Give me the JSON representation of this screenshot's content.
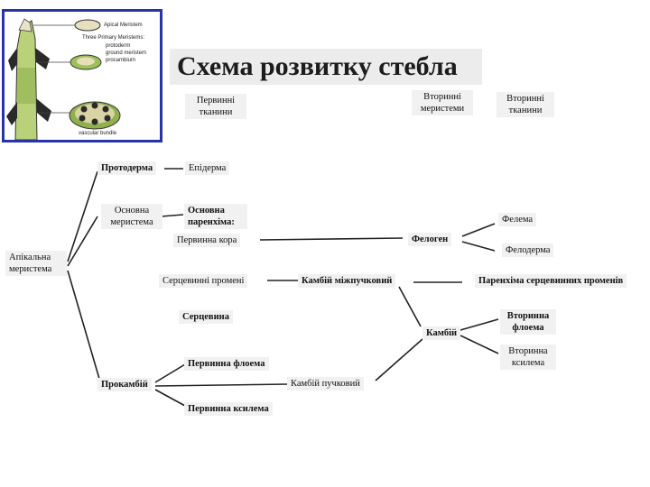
{
  "title": "Схема розвитку стебла",
  "inset": {
    "captions": {
      "apical": "Apical Meristem",
      "three": "Three Primary Meristems:",
      "protoderm": "protoderm",
      "ground": "ground meristem",
      "procambium": "procambium",
      "vascular": "vascular bundle"
    },
    "colors": {
      "border": "#2733a8",
      "stem": "#b9d27a",
      "dark": "#2a2a2a"
    }
  },
  "headers": {
    "primary_tissues": "Первинні тканини",
    "secondary_meristems": "Вторинні меристеми",
    "secondary_tissues": "Вторинні тканини"
  },
  "nodes": {
    "apical_meristem": "Апікальна меристема",
    "protoderm": "Протодерма",
    "epidermis": "Епідерма",
    "ground_meristem": "Основна меристема",
    "ground_parenchyma": "Основна паренхіма:",
    "primary_cortex": "Первинна кора",
    "phellogen": "Фелоген",
    "phellem": "Фелема",
    "phelloderm": "Фелодерма",
    "pith_rays": "Серцевинні промені",
    "interfascicular_cambium": "Камбій міжпучковий",
    "ray_parenchyma": "Паренхіма серцевинних променів",
    "pith": "Серцевина",
    "cambium": "Камбій",
    "secondary_phloem": "Вторинна флоема",
    "secondary_xylem": "Вторинна ксилема",
    "primary_phloem": "Первинна флоема",
    "procambium": "Прокамбій",
    "fascicular_cambium": "Камбій пучковий",
    "primary_xylem": "Первинна ксилема"
  }
}
